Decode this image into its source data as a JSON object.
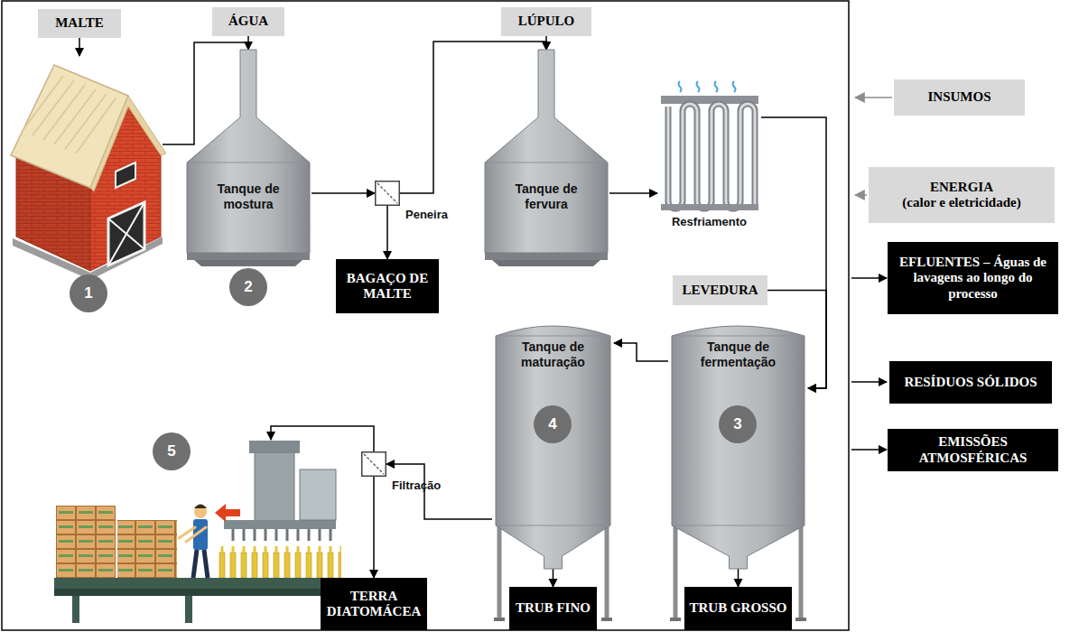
{
  "diagram": {
    "nodes": [
      {
        "text": [
          "MALTE"
        ]
      },
      {
        "text": [
          "ÁGUA"
        ]
      },
      {
        "text": [
          "LÚPULO"
        ]
      },
      {
        "text": [
          "INSUMOS"
        ]
      },
      {
        "text": [
          "ENERGIA",
          "(calor e eletricidade)"
        ]
      },
      {
        "text": [
          "Tanque de mostura"
        ]
      },
      {
        "text": [
          "Peneira"
        ]
      },
      {
        "text": [
          "BAGAÇO DE MALTE"
        ]
      },
      {
        "text": [
          "Tanque de fervura"
        ]
      },
      {
        "text": [
          "Resfriamento"
        ]
      },
      {
        "text": [
          "LEVEDURA"
        ]
      },
      {
        "text": [
          "EFLUENTES – Águas de lavagens ao longo do processo"
        ]
      },
      {
        "text": [
          "RESÍDUOS SÓLIDOS"
        ]
      },
      {
        "text": [
          "EMISSÕES ATMOSFÉRICAS"
        ]
      },
      {
        "text": [
          "Tanque de fermentação"
        ]
      },
      {
        "text": [
          "Tanque de maturação"
        ]
      },
      {
        "text": [
          "Filtração"
        ]
      },
      {
        "text": [
          "TERRA DIATOMÁCEA"
        ]
      },
      {
        "text": [
          "TRUB FINO"
        ]
      },
      {
        "text": [
          "TRUB GROSSO"
        ]
      }
    ],
    "edges": [
      {
        "from": 1,
        "to": 5,
        "arrow": "to"
      },
      {
        "from": 5,
        "to": 6,
        "arrow": "to"
      },
      {
        "from": 6,
        "to": 7,
        "arrow": "to"
      },
      {
        "from": 6,
        "to": 8,
        "arrow": "to"
      },
      {
        "from": 2,
        "to": 8,
        "arrow": "to"
      },
      {
        "from": 8,
        "to": 9,
        "arrow": "to"
      },
      {
        "from": 9,
        "to": 14,
        "arrow": "to"
      },
      {
        "from": 10,
        "to": 14,
        "arrow": "to"
      },
      {
        "from": 14,
        "to": 15,
        "arrow": "to"
      },
      {
        "from": 15,
        "to": 16,
        "arrow": "to"
      },
      {
        "from": 16,
        "to": 17,
        "arrow": "to"
      },
      {
        "from": 15,
        "to": 18,
        "arrow": "to"
      },
      {
        "from": 14,
        "to": 19,
        "arrow": "to"
      }
    ],
    "labels": [
      "1",
      "2",
      "3",
      "4",
      "5"
    ]
  }
}
